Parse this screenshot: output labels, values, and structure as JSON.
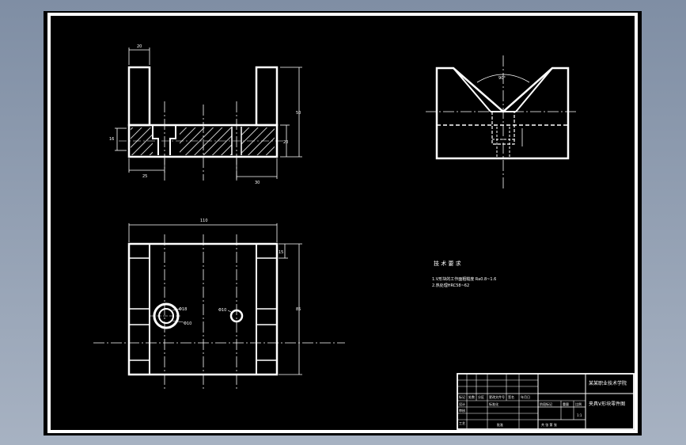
{
  "app": {
    "background_color": "#8f9bb0",
    "canvas_color": "#000000",
    "line_color": "#ffffff",
    "hatch_color": "#ffffff",
    "centerline_color": "#ffffff"
  },
  "front_view": {
    "dim_top_width": "20",
    "dim_right_height": "50",
    "dim_right_lower": "20",
    "dim_left": "16",
    "dim_bottom_left": "25",
    "dim_bottom_right": "30"
  },
  "side_view": {
    "angle": "90°"
  },
  "top_view": {
    "dim_total_width": "110",
    "dim_right_top": "15",
    "dim_right_height": "85",
    "hole_large_label": "Φ18",
    "hole_large_label2": "Φ10",
    "hole_small_label": "Φ10"
  },
  "notes": {
    "title": "技 术 要 求",
    "line1": "1.V形块的工作面粗糙度 Ra0.8~1.6",
    "line2": "2.热处理HRC58~62"
  },
  "title_block": {
    "company": "某某职业技术学院",
    "drawing_name": "夹具V形块零件图",
    "row_labels": [
      "标记",
      "处数",
      "分区",
      "更改文件号",
      "签名",
      "年月日"
    ],
    "label_design": "设计",
    "label_check": "审核",
    "label_process": "工艺",
    "label_standard": "标准化",
    "label_approve": "批准",
    "stage_label": "阶段标记",
    "weight_label": "重量",
    "scale_label": "比例",
    "scale_value": "1:1",
    "sheet_label": "共 张 第 张"
  }
}
